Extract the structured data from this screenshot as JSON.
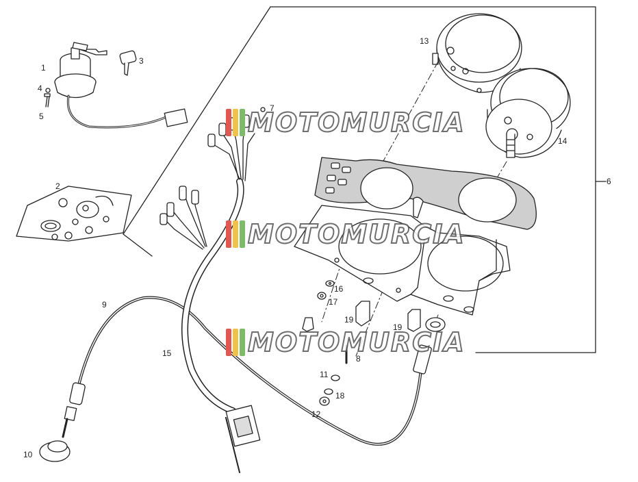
{
  "watermark": {
    "text": "MOTOMURCIA",
    "colors": [
      "#e0584f",
      "#f0c24a",
      "#7dbb6a"
    ]
  },
  "callouts": {
    "c1": "1",
    "c2": "2",
    "c3": "3",
    "c4": "4",
    "c5": "5",
    "c6": "6",
    "c7": "7",
    "c8": "8",
    "c9": "9",
    "c10": "10",
    "c11": "11",
    "c12": "12",
    "c13": "13",
    "c14": "14",
    "c15": "15",
    "c16": "16",
    "c17": "17",
    "c18": "18",
    "c19a": "19",
    "c19b": "19"
  }
}
